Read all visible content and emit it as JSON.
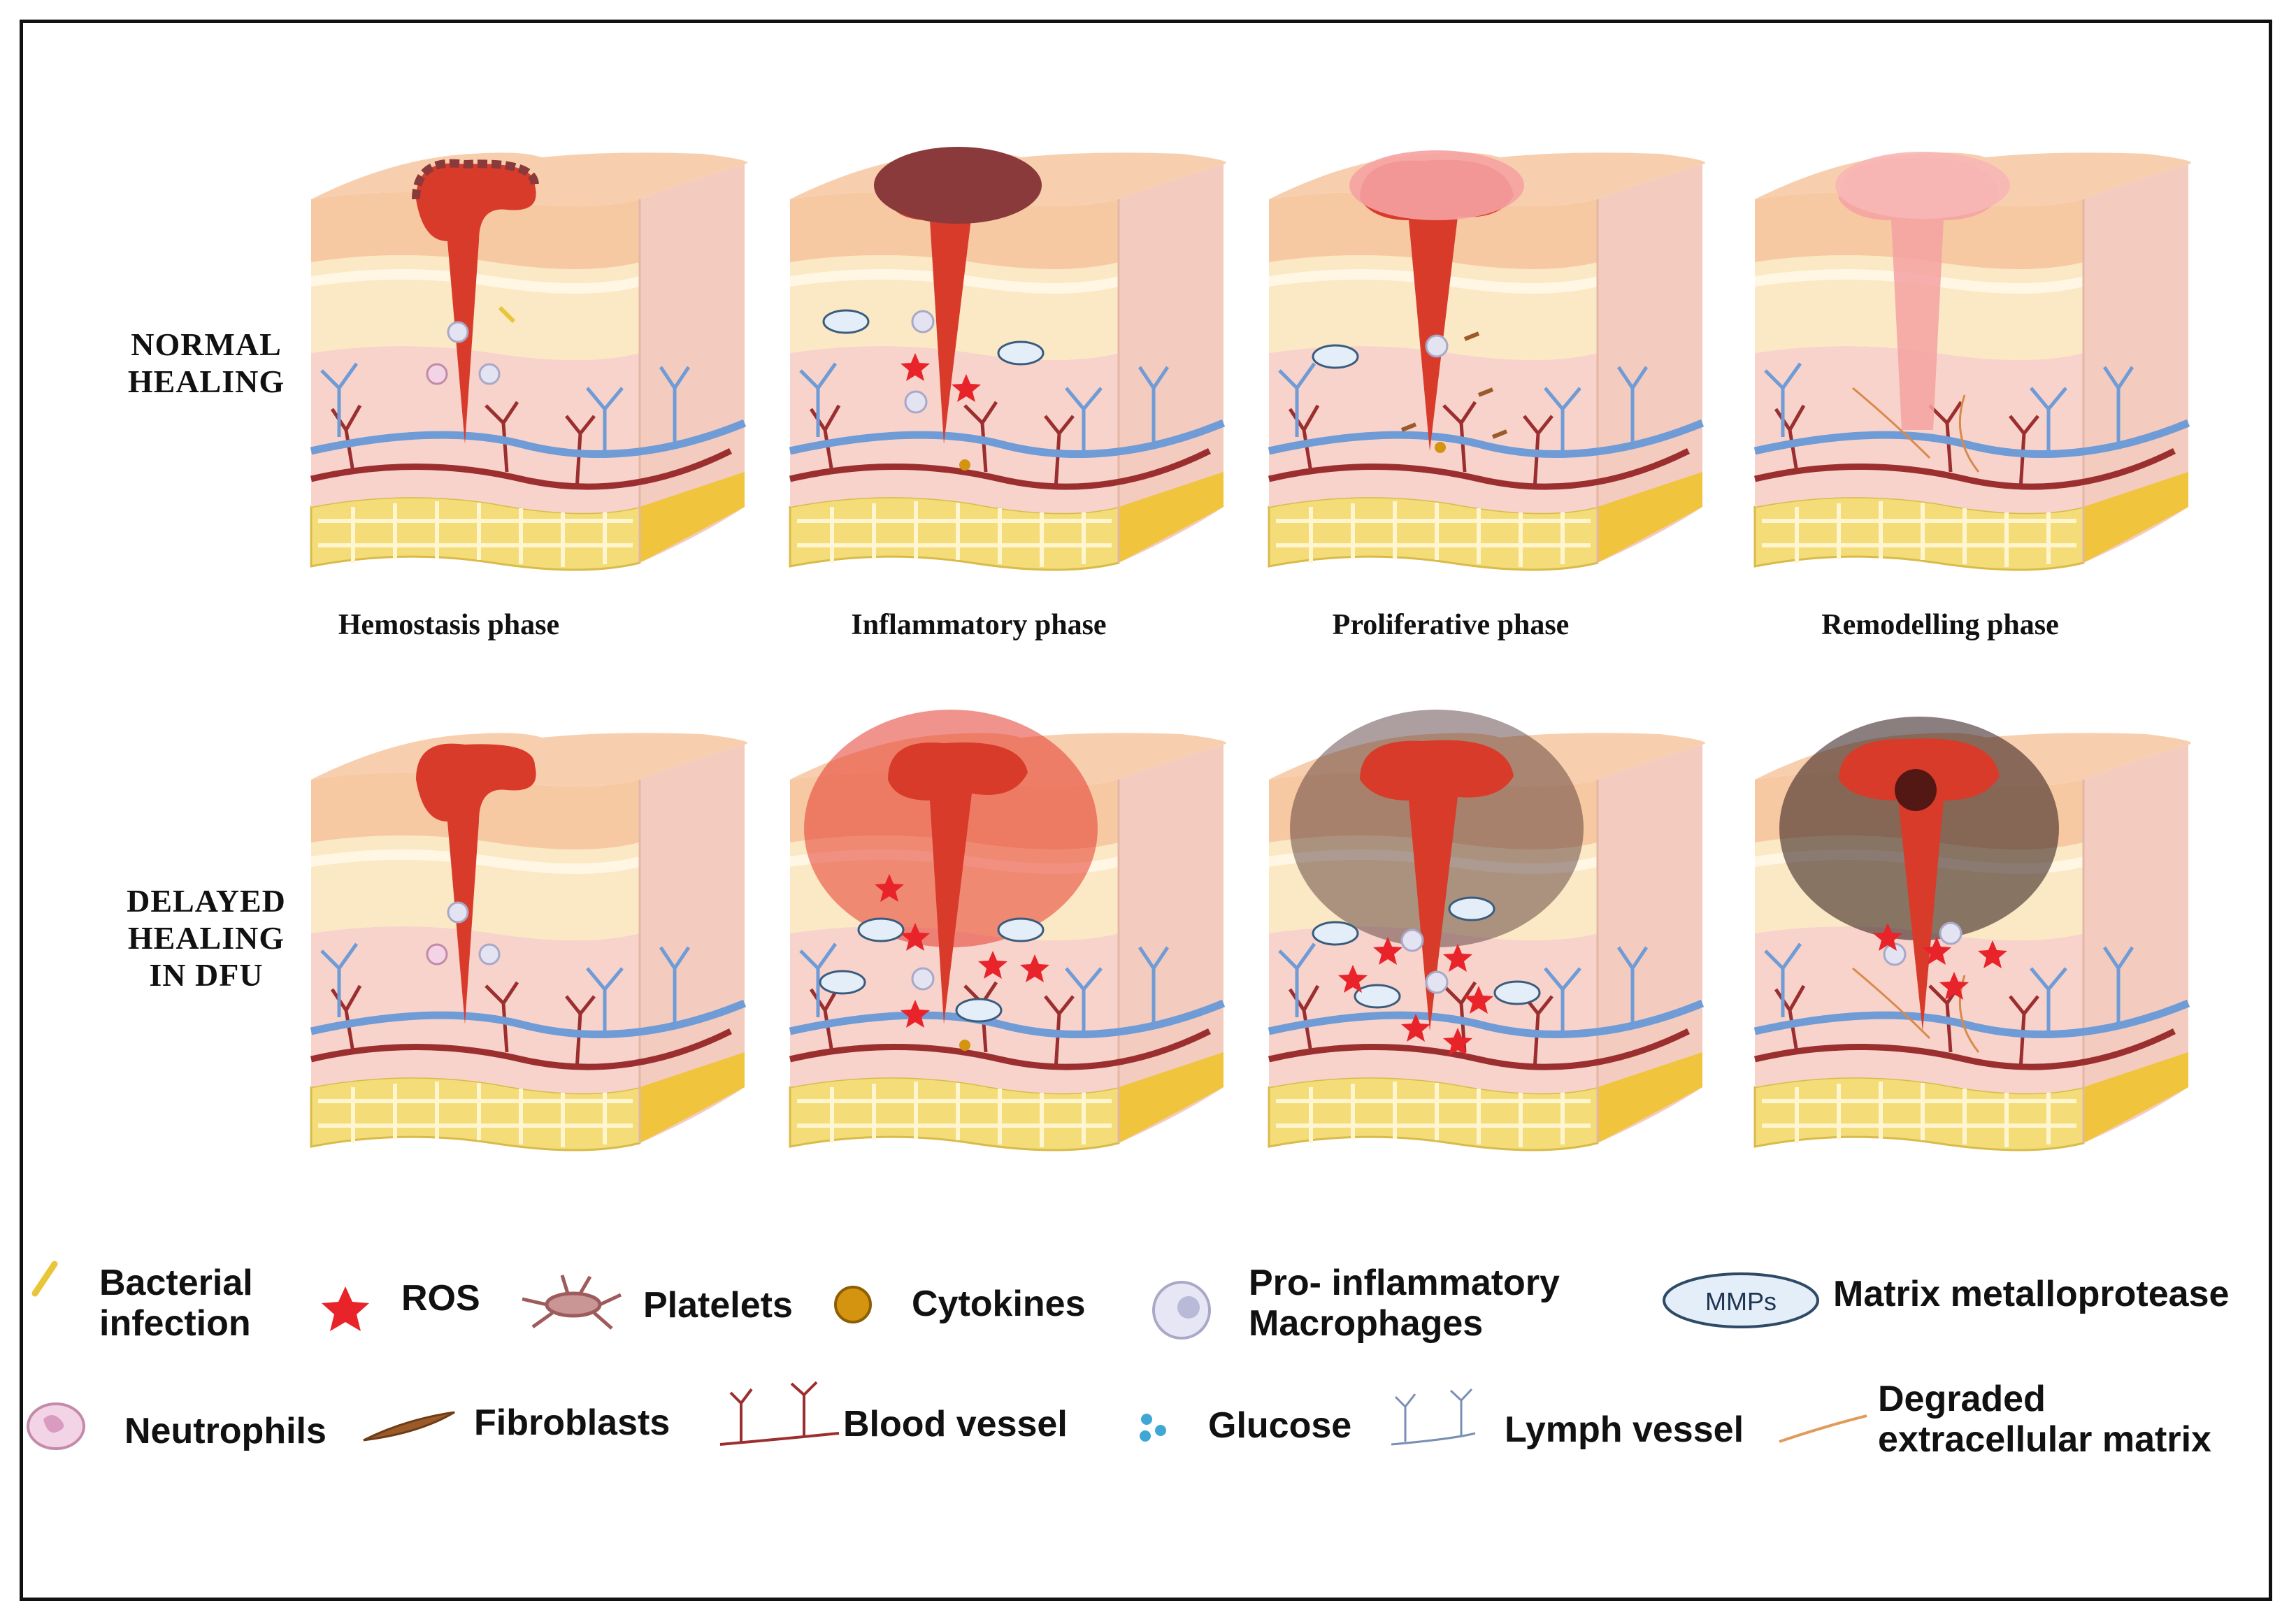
{
  "rows": [
    {
      "label_lines": [
        "NORMAL",
        "HEALING"
      ]
    },
    {
      "label_lines": [
        "DELAYED",
        "HEALING",
        "IN DFU"
      ]
    }
  ],
  "phases": [
    "Hemostasis phase",
    "Inflammatory phase",
    "Proliferative phase",
    "Remodelling phase"
  ],
  "mmp_badge": "MMPs",
  "legend": [
    {
      "icon": "bacteria-icon",
      "lines": [
        "Bacterial",
        "infection"
      ]
    },
    {
      "icon": "ros-star-icon",
      "lines": [
        "ROS"
      ]
    },
    {
      "icon": "platelet-icon",
      "lines": [
        "Platelets"
      ]
    },
    {
      "icon": "cytokine-icon",
      "lines": [
        "Cytokines"
      ]
    },
    {
      "icon": "macrophage-icon",
      "lines": [
        "Pro- inflammatory",
        "Macrophages"
      ]
    },
    {
      "icon": "mmp-icon",
      "lines": [
        "Matrix metalloprotease"
      ]
    },
    {
      "icon": "neutrophil-icon",
      "lines": [
        "Neutrophils"
      ]
    },
    {
      "icon": "fibroblast-icon",
      "lines": [
        "Fibroblasts"
      ]
    },
    {
      "icon": "blood-vessel-icon",
      "lines": [
        "Blood vessel"
      ]
    },
    {
      "icon": "glucose-icon",
      "lines": [
        "Glucose"
      ]
    },
    {
      "icon": "lymph-vessel-icon",
      "lines": [
        "Lymph vessel"
      ]
    },
    {
      "icon": "degraded-ecm-icon",
      "lines": [
        "Degraded",
        "extracellular matrix"
      ]
    }
  ],
  "colors": {
    "epidermis": "#f6c9a3",
    "dermis_upper": "#fbe8c4",
    "dermis_lower": "#f7d3cb",
    "fat": "#f4dc78",
    "wound": "#d93b2b",
    "scab": "#8a3a3a",
    "blood_vessel": "#9b2f2f",
    "lymph_vessel": "#6f9bd6",
    "ros": "#e8232a",
    "cytokine": "#d4940f",
    "glucose": "#3ea7d6"
  }
}
